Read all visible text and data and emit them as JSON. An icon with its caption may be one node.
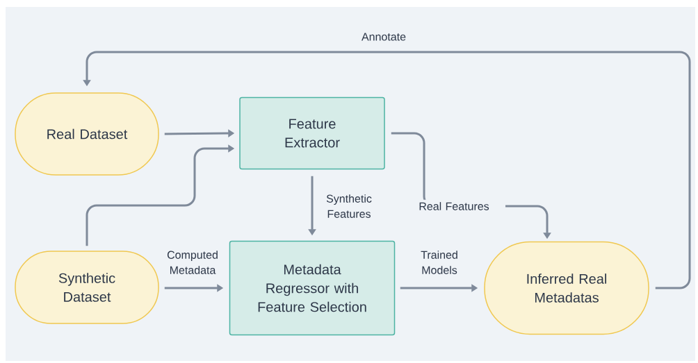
{
  "diagram": {
    "nodes": [
      {
        "text": [
          "Real Dataset"
        ]
      },
      {
        "text": [
          "Feature Extractor"
        ]
      },
      {
        "text": [
          "Synthetic Dataset"
        ]
      },
      {
        "text": [
          "Metadata Regressor with Feature Selection"
        ]
      },
      {
        "text": [
          "Inferred Real Metadatas"
        ]
      }
    ],
    "edges": [
      {
        "from": 0,
        "to": 1,
        "arrow": "to"
      },
      {
        "from": 2,
        "to": 1,
        "arrow": "to"
      },
      {
        "from": 1,
        "to": 3,
        "arrow": "to",
        "label": "Synthetic Features"
      },
      {
        "from": 1,
        "to": 4,
        "arrow": "to",
        "label": "Real Features"
      },
      {
        "from": 2,
        "to": 3,
        "arrow": "to",
        "label": "Computed Metadata"
      },
      {
        "from": 3,
        "to": 4,
        "arrow": "to",
        "label": "Trained Models"
      },
      {
        "from": 4,
        "to": 0,
        "arrow": "to",
        "label": "Annotate"
      }
    ]
  }
}
